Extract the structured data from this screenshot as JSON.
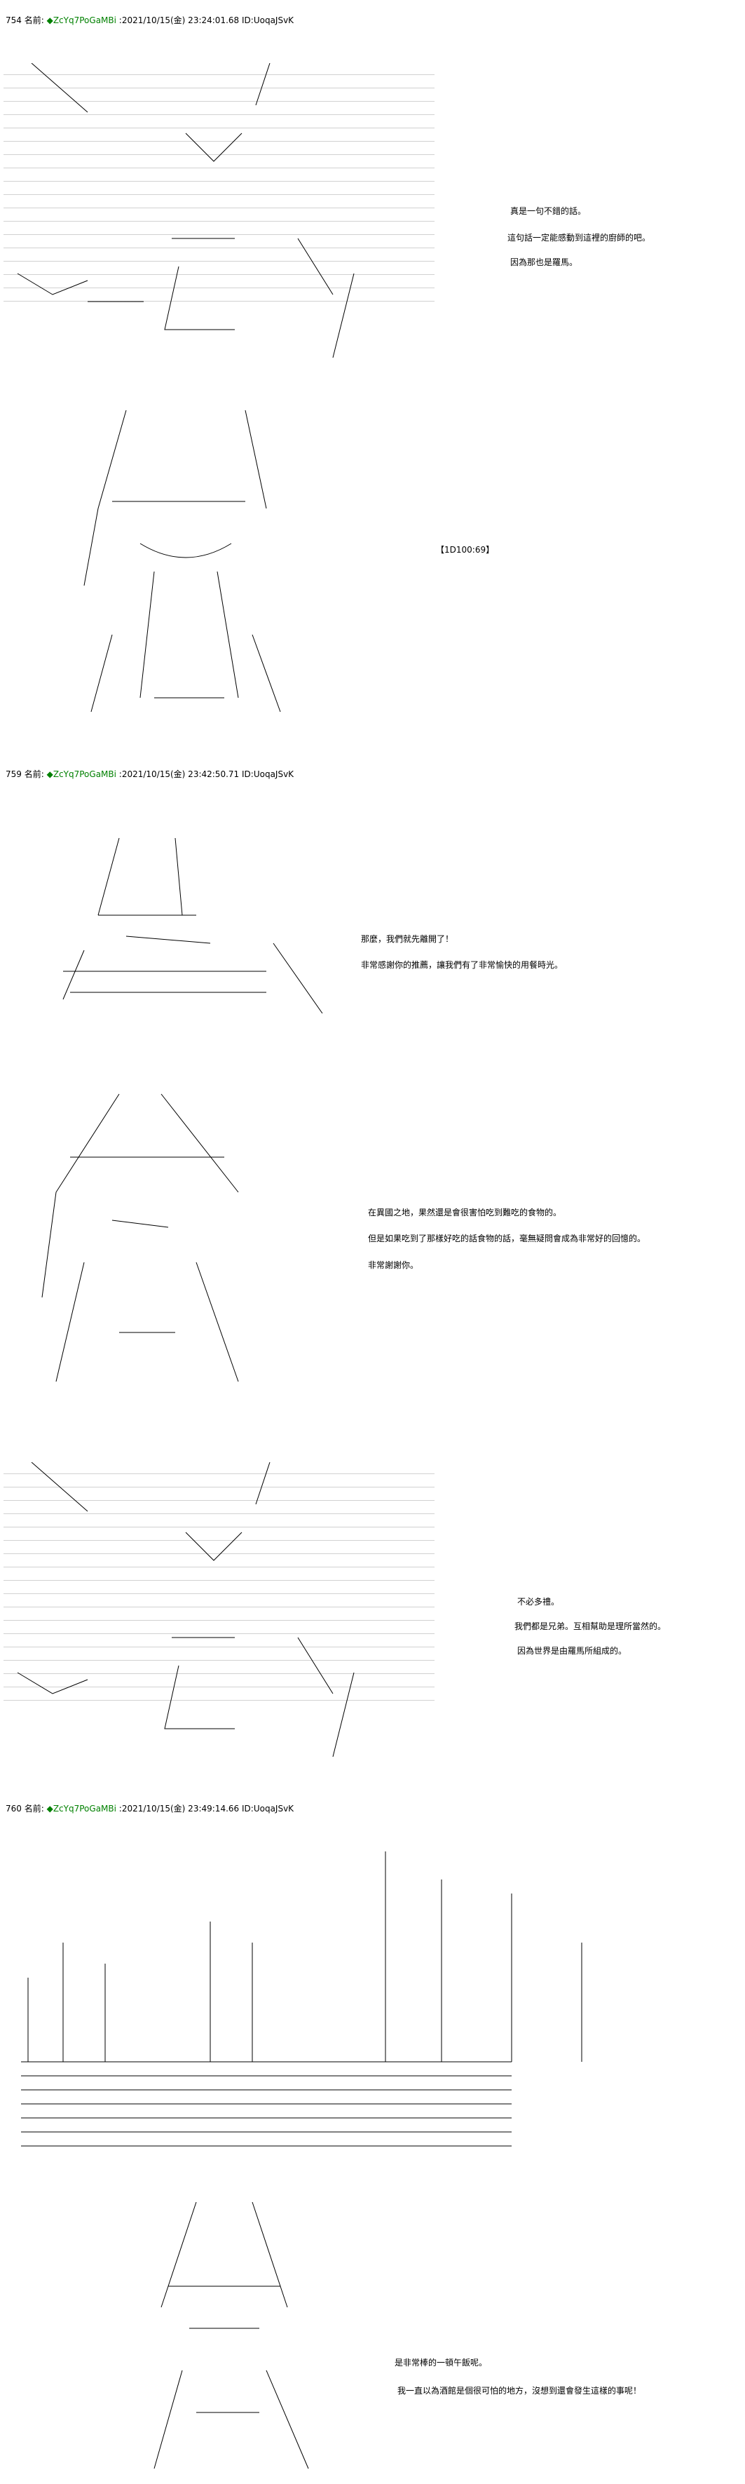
{
  "posts": [
    {
      "number": "754",
      "name_label": "名前:",
      "trip": "◆ZcYq7PoGaMBi",
      "datetime": ":2021/10/15(金) 23:24:01.68",
      "id": "ID:UoqaJSvK",
      "lines": [
        "真是一句不錯的話。",
        "這句話一定能感動到這裡的廚師的吧。",
        "因為那也是羅馬。"
      ],
      "dice": "【1D100:69】"
    },
    {
      "number": "759",
      "name_label": "名前:",
      "trip": "◆ZcYq7PoGaMBi",
      "datetime": ":2021/10/15(金) 23:42:50.71",
      "id": "ID:UoqaJSvK",
      "lines_a": [
        "那麼，我們就先離開了！",
        "非常感謝你的推薦，讓我們有了非常愉快的用餐時光。"
      ],
      "lines_b": [
        "在異國之地，果然還是會很害怕吃到難吃的食物的。",
        "但是如果吃到了那樣好吃的話食物的話，毫無疑問會成為非常好的回憶的。",
        "非常謝謝你。"
      ],
      "lines_c": [
        "不必多禮。",
        "我們都是兄弟。互相幫助是理所當然的。",
        "因為世界是由羅馬所組成的。"
      ]
    },
    {
      "number": "760",
      "name_label": "名前:",
      "trip": "◆ZcYq7PoGaMBi",
      "datetime": ":2021/10/15(金) 23:49:14.66",
      "id": "ID:UoqaJSvK",
      "lines": [
        "是非常棒的一頓午飯呢。",
        "我一直以為酒館是個很可怕的地方，沒想到還會發生這樣的事呢！"
      ]
    }
  ],
  "colors": {
    "trip": "#008000",
    "text": "#000000",
    "background": "#ffffff"
  }
}
